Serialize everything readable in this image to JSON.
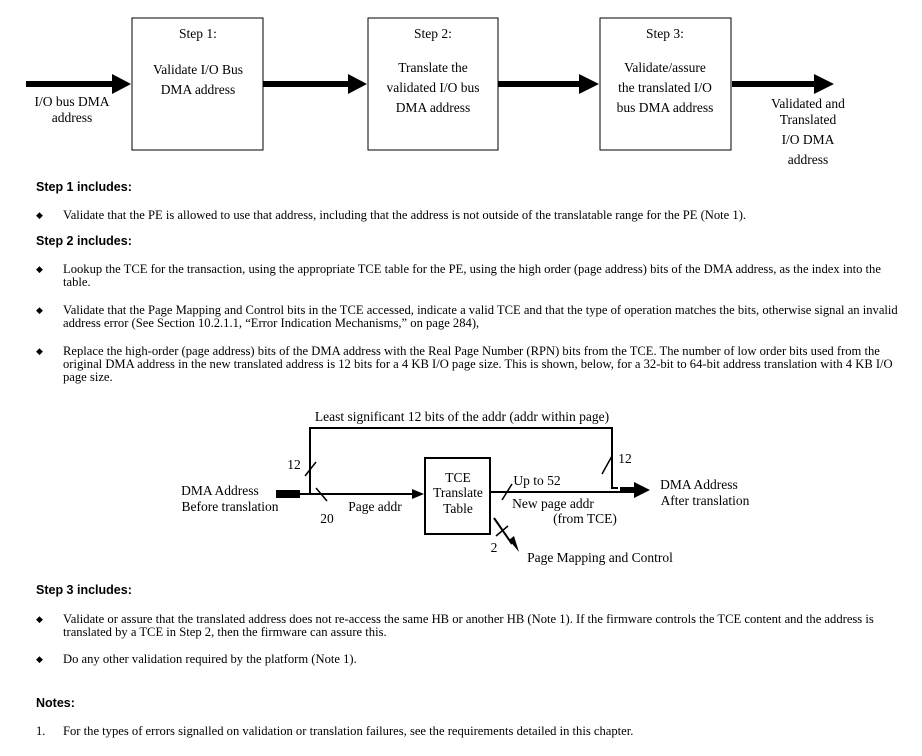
{
  "top_diagram": {
    "input_label": [
      "I/O bus DMA",
      "address"
    ],
    "steps": [
      {
        "title": "Step 1:",
        "lines": [
          "Validate I/O Bus",
          "DMA address"
        ]
      },
      {
        "title": "Step 2:",
        "lines": [
          "Translate the",
          "validated I/O bus",
          "DMA address"
        ]
      },
      {
        "title": "Step 3:",
        "lines": [
          "Validate/assure",
          "the translated I/O",
          "bus DMA address"
        ]
      }
    ],
    "output_label": [
      "Validated and",
      "Translated",
      "I/O DMA",
      "address"
    ]
  },
  "step1": {
    "heading": "Step 1 includes:",
    "bullets": [
      "Validate that the PE is allowed to use that address, including that the address is not outside of the translatable range for the PE (Note 1)."
    ]
  },
  "step2": {
    "heading": "Step 2 includes:",
    "bullets": [
      "Lookup the TCE for the transaction, using the appropriate TCE table for the PE, using the high order (page address) bits of the DMA address, as the index into the table.",
      "Validate that the Page Mapping and Control bits in the TCE accessed, indicate a valid TCE and that the type of operation matches the bits, otherwise signal an invalid address error (See Section 10.2.1.1, “Error Indication Mechanisms,” on page 284),",
      "Replace the high-order (page address) bits of the DMA address with the Real Page Number (RPN) bits from the TCE. The number of low order bits used from the original DMA address in the new translated address is 12 bits for a 4 KB I/O page size. This is shown, below, for a 32-bit to 64-bit address translation with 4 KB I/O page size."
    ]
  },
  "translation_diagram": {
    "top_label": "Least significant 12 bits of the addr (addr within page)",
    "input_label": [
      "DMA Address",
      "Before translation"
    ],
    "bits_12_left": "12",
    "bits_20": "20",
    "page_addr": "Page addr",
    "tce_box": [
      "TCE",
      "Translate",
      "Table"
    ],
    "up_to_52": "Up to 52",
    "new_page_addr": "New page addr",
    "from_tce": "(from TCE)",
    "bits_12_right": "12",
    "output_label": [
      "DMA Address",
      "After translation"
    ],
    "bits_2": "2",
    "control_label": "Page Mapping and Control"
  },
  "step3": {
    "heading": "Step 3 includes:",
    "bullets": [
      "Validate or assure that the translated address does not re-access the same HB or another HB (Note 1). If the firmware controls the TCE content and the address is translated by a TCE in Step 2, then the firmware can assure this.",
      "Do any other validation required by the platform (Note 1)."
    ]
  },
  "notes": {
    "heading": "Notes:",
    "items": [
      {
        "num": "1.",
        "text": "For the types of errors signalled on validation or translation failures, see the requirements detailed in this chapter."
      }
    ]
  }
}
